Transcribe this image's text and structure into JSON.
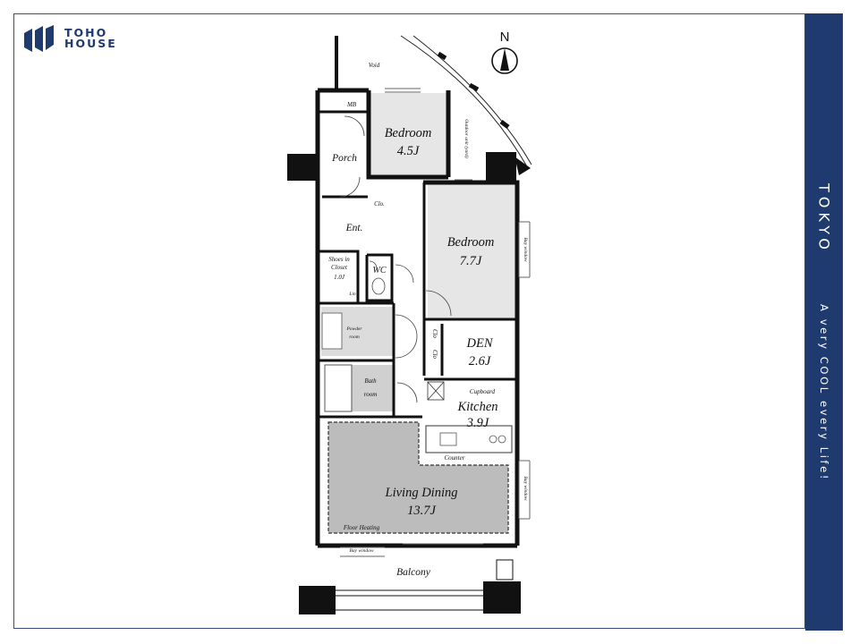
{
  "brand": {
    "line1": "TOHO",
    "line2": "HOUSE",
    "color": "#1e3a6e"
  },
  "sidebar": {
    "title": "TOKYO",
    "tagline": "A very COOL every Life!"
  },
  "compass": {
    "label": "N"
  },
  "floor_plan": {
    "void": "Void",
    "mb": "MB",
    "outdoor_unit": "Outdoor unit (yard)",
    "bedroom1": {
      "name": "Bedroom",
      "size": "4.5J"
    },
    "porch": "Porch",
    "clo_a": "Clo.",
    "bedroom2": {
      "name": "Bedroom",
      "size": "7.7J"
    },
    "bay_window_a": "Bay window",
    "ent": "Ent.",
    "shoes_closet": {
      "line1": "Shoes in",
      "line2": "Closet",
      "size": "1.0J"
    },
    "wc": "WC",
    "lin": "Lin",
    "powder": {
      "line1": "Powder",
      "line2": "room"
    },
    "den": {
      "name": "DEN",
      "size": "2.6J"
    },
    "clo_b": "Clo",
    "clo_c": "Clo",
    "bath": {
      "line1": "Bath",
      "line2": "room"
    },
    "cupboard": "Cupboard",
    "kitchen": {
      "name": "Kitchen",
      "size": "3.9J"
    },
    "counter": "Counter",
    "living": {
      "name": "Living Dining",
      "size": "13.7J"
    },
    "floor_heating": "Floor Heating",
    "bay_window_b": "Bay window",
    "bay_window_c": "Bay window",
    "balcony": "Balcony"
  }
}
